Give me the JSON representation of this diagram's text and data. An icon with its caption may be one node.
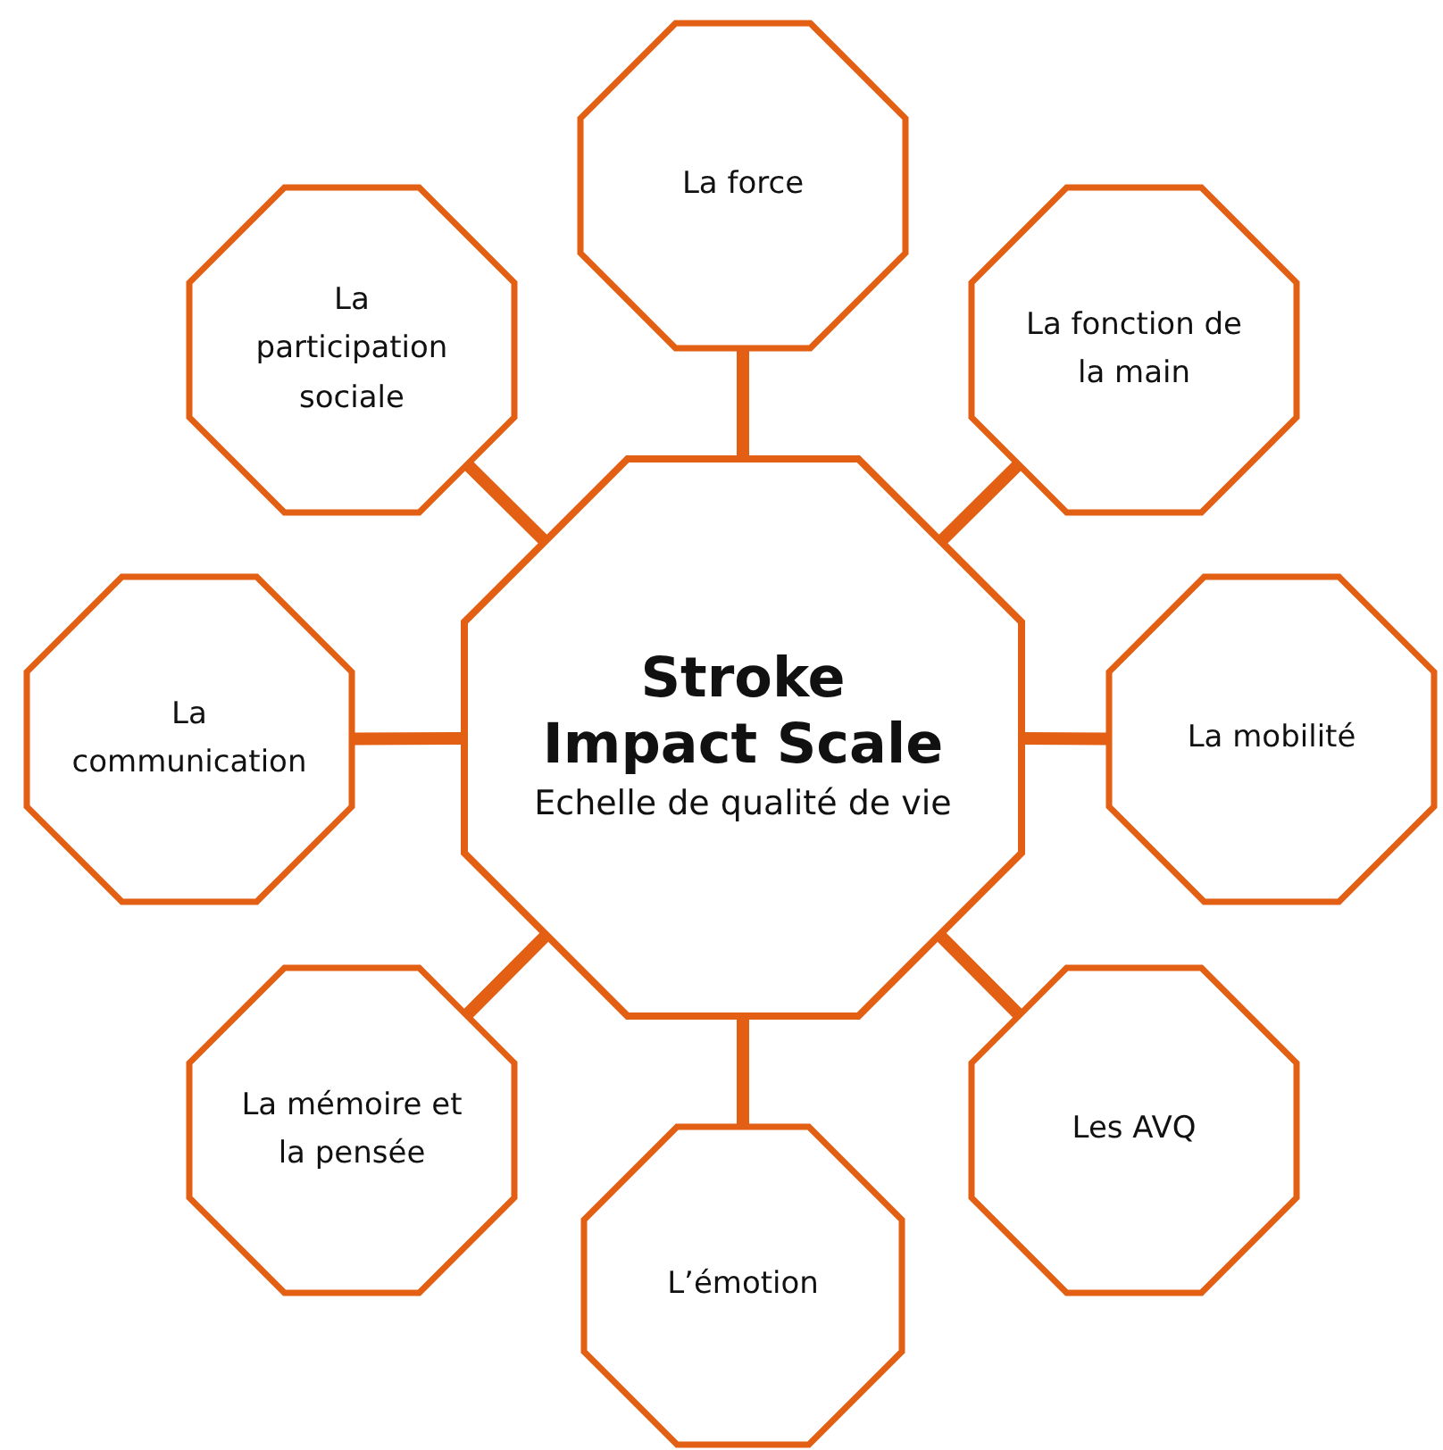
{
  "diagram": {
    "nodes": [
      {
        "text": [
          "La force"
        ]
      },
      {
        "text": [
          "La participation sociale"
        ]
      },
      {
        "text": [
          "La fonction de la main"
        ]
      },
      {
        "text": [
          "La communication"
        ]
      },
      {
        "text": [
          "Stroke Impact Scale",
          "Echelle de qualité de vie"
        ]
      },
      {
        "text": [
          "La mobilité"
        ]
      },
      {
        "text": [
          "La mémoire et la pensée"
        ]
      },
      {
        "text": [
          "Les AVQ"
        ]
      },
      {
        "text": [
          "L’émotion"
        ]
      }
    ],
    "edges": [
      {
        "from": 4,
        "to": 0,
        "arrow": "none"
      },
      {
        "from": 4,
        "to": 1,
        "arrow": "none"
      },
      {
        "from": 4,
        "to": 2,
        "arrow": "none"
      },
      {
        "from": 4,
        "to": 3,
        "arrow": "none"
      },
      {
        "from": 4,
        "to": 5,
        "arrow": "none"
      },
      {
        "from": 4,
        "to": 6,
        "arrow": "none"
      },
      {
        "from": 4,
        "to": 7,
        "arrow": "none"
      },
      {
        "from": 4,
        "to": 8,
        "arrow": "none"
      }
    ]
  }
}
